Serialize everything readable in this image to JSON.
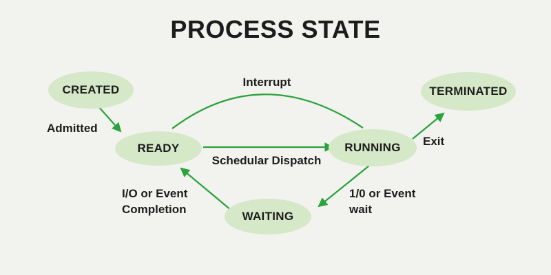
{
  "title": "PROCESS STATE",
  "colors": {
    "background": "#f2f2ef",
    "node_fill": "#d5e8c8",
    "text": "#1c1c1c",
    "arrow": "#2ba33c"
  },
  "nodes": {
    "created": {
      "label": "CREATED"
    },
    "ready": {
      "label": "READY"
    },
    "running": {
      "label": "RUNNING"
    },
    "waiting": {
      "label": "WAITING"
    },
    "terminated": {
      "label": "TERMINATED"
    }
  },
  "transitions": {
    "admitted": {
      "label": "Admitted",
      "from": "CREATED",
      "to": "READY"
    },
    "interrupt": {
      "label": "Interrupt",
      "from": "RUNNING",
      "to": "READY"
    },
    "dispatch": {
      "label": "Schedular Dispatch",
      "from": "READY",
      "to": "RUNNING"
    },
    "exit": {
      "label": "Exit",
      "from": "RUNNING",
      "to": "TERMINATED"
    },
    "io_completion": {
      "label": "I/O or Event\nCompletion",
      "from": "WAITING",
      "to": "READY"
    },
    "io_wait": {
      "label": "1/0 or Event\nwait",
      "from": "RUNNING",
      "to": "WAITING"
    }
  }
}
